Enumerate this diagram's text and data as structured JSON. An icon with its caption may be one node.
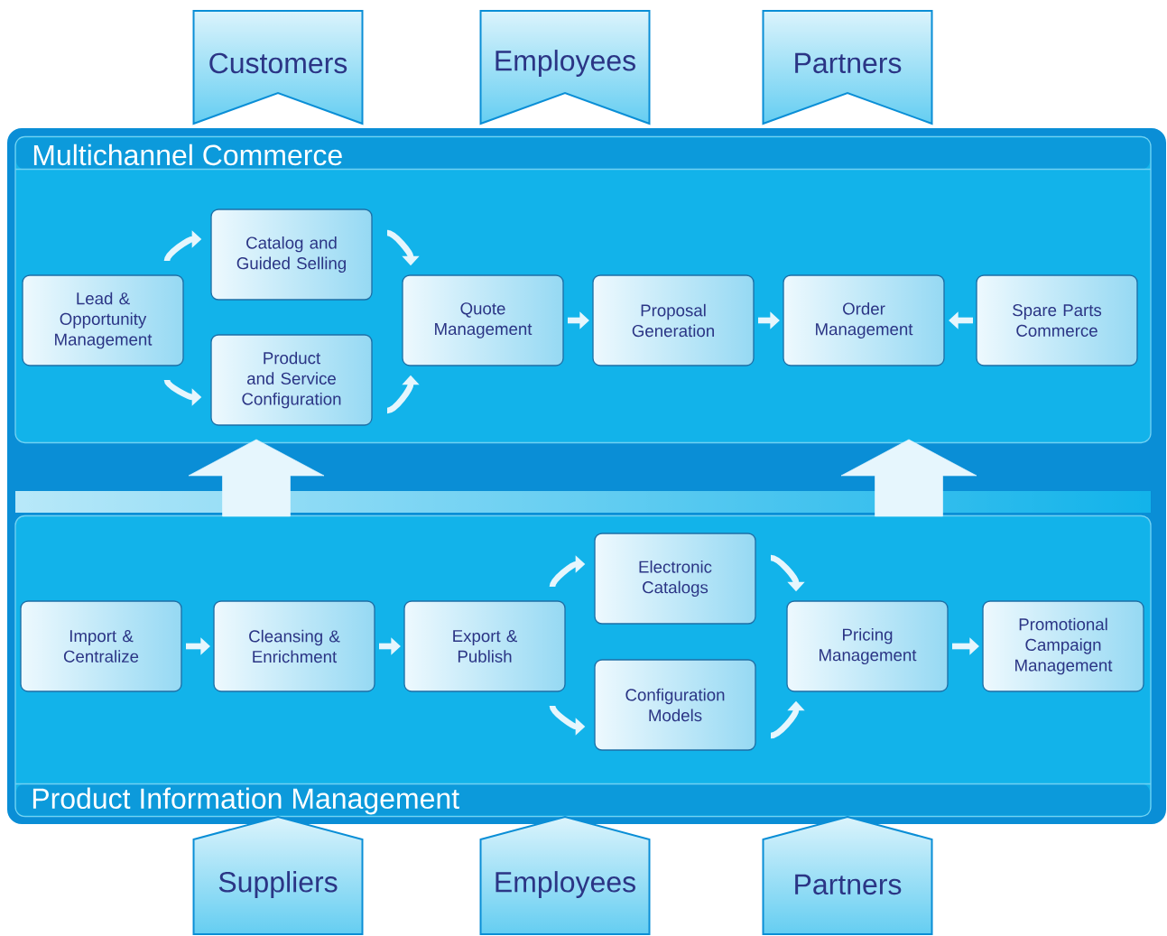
{
  "diagram": {
    "nodes": [
      {
        "text": [
          "Customers"
        ]
      },
      {
        "text": [
          "Employees"
        ]
      },
      {
        "text": [
          "Partners"
        ]
      },
      {
        "text": [
          "Multichannel Commerce"
        ]
      },
      {
        "text": [
          "Lead & Opportunity Management"
        ],
        "in": 3
      },
      {
        "text": [
          "Catalog and Guided Selling"
        ],
        "in": 3
      },
      {
        "text": [
          "Product and Service Configuration"
        ],
        "in": 3
      },
      {
        "text": [
          "Quote Management"
        ],
        "in": 3
      },
      {
        "text": [
          "Proposal Generation"
        ],
        "in": 3
      },
      {
        "text": [
          "Order Management"
        ],
        "in": 3
      },
      {
        "text": [
          "Spare Parts Commerce"
        ],
        "in": 3
      },
      {
        "text": [
          "Product Information Management"
        ]
      },
      {
        "text": [
          "Import & Centralize"
        ],
        "in": 11
      },
      {
        "text": [
          "Cleansing & Enrichment"
        ],
        "in": 11
      },
      {
        "text": [
          "Export & Publish"
        ],
        "in": 11
      },
      {
        "text": [
          "Electronic Catalogs"
        ],
        "in": 11
      },
      {
        "text": [
          "Configuration Models"
        ],
        "in": 11
      },
      {
        "text": [
          "Pricing Management"
        ],
        "in": 11
      },
      {
        "text": [
          "Promotional Campaign Management"
        ],
        "in": 11
      },
      {
        "text": [
          "Suppliers"
        ]
      },
      {
        "text": [
          "Employees"
        ]
      },
      {
        "text": [
          "Partners"
        ]
      }
    ],
    "edges": [
      {
        "from": 4,
        "to": 5,
        "arrow": "to"
      },
      {
        "from": 4,
        "to": 6,
        "arrow": "to"
      },
      {
        "from": 5,
        "to": 7,
        "arrow": "to"
      },
      {
        "from": 6,
        "to": 7,
        "arrow": "to"
      },
      {
        "from": 7,
        "to": 8,
        "arrow": "to"
      },
      {
        "from": 8,
        "to": 9,
        "arrow": "to"
      },
      {
        "from": 10,
        "to": 9,
        "arrow": "to"
      },
      {
        "from": 12,
        "to": 13,
        "arrow": "to"
      },
      {
        "from": 13,
        "to": 14,
        "arrow": "to"
      },
      {
        "from": 14,
        "to": 15,
        "arrow": "to"
      },
      {
        "from": 14,
        "to": 16,
        "arrow": "to"
      },
      {
        "from": 15,
        "to": 17,
        "arrow": "to"
      },
      {
        "from": 16,
        "to": 17,
        "arrow": "to"
      },
      {
        "from": 17,
        "to": 18,
        "arrow": "to"
      },
      {
        "from": 11,
        "to": 3,
        "arrow": "to",
        "style": "thick"
      },
      {
        "from": 11,
        "to": 3,
        "arrow": "to",
        "style": "thick"
      }
    ]
  }
}
